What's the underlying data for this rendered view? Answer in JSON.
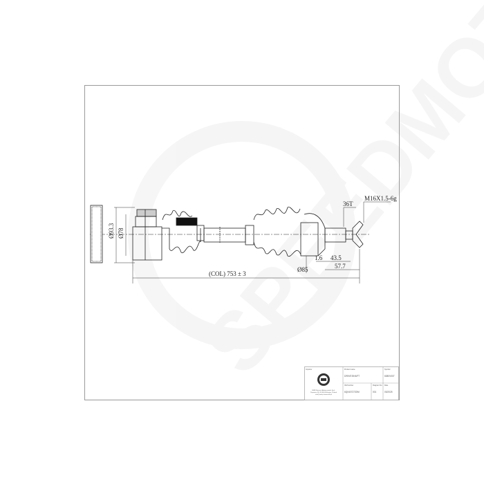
{
  "drawing": {
    "dimensions": {
      "outer_diameter": "Ø93.3",
      "inner_diameter": "Ø78",
      "total_length": "(COL) 753 ± 3",
      "hub_diameter": "Ø85",
      "teeth": "36T",
      "thread": "M16X1.5-6g",
      "len_a": "1.6",
      "len_b": "43.5",
      "len_c": "57.7"
    },
    "watermark": "SPEEDMOT"
  },
  "title_block": {
    "importer_label": "Importer",
    "importer_text_1": "SMB Wojciech Adamczewski Sp.k.",
    "importer_text_2": "Popowice 64, 61-800 Wolsztyn, Poland",
    "importer_text_3": "info@smb.pl  www.sbk.pl",
    "product_name_label": "Product name",
    "product_name": "DRIVESHAFT",
    "symbol_label": "Symbol",
    "symbol": "6080V007",
    "oe_label": "OE Number",
    "oe_number": "6Q0407272DM",
    "diagram_label": "Diagram No",
    "diagram_no": "001",
    "date_label": "Date",
    "date": "03/2025"
  }
}
